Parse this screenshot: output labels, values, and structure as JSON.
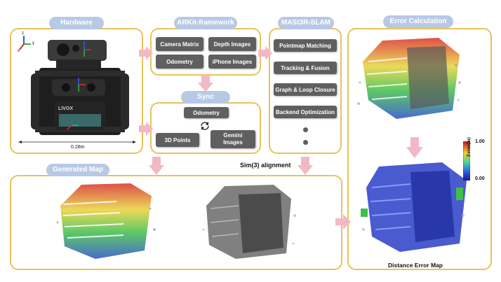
{
  "hardware": {
    "tab": "Hardware",
    "device_label": "LIVOX",
    "width_label": "0.28m",
    "axis_x": "x",
    "axis_y": "y",
    "axis_z": "z"
  },
  "arkit": {
    "tab": "ARKit-framework",
    "items": [
      "Camera Matrix",
      "Depth Images",
      "Odometry",
      "iPhone Images"
    ]
  },
  "sync": {
    "tab": "Sync",
    "items": [
      "Odometry",
      "3D Points",
      "Gemini\nImages"
    ]
  },
  "slam": {
    "tab": "MASt3R-SLAM",
    "items": [
      "Pointmap Matching",
      "Tracking & Fusion",
      "Graph & Loop Closure",
      "Backend Optimization"
    ]
  },
  "error": {
    "tab": "Error Calculation",
    "colorbar_max": "1.00",
    "colorbar_min": "0.00",
    "colorbar_label": "Error(m)",
    "caption": "Distance Error Map"
  },
  "generated_map": {
    "tab": "Generated Map"
  },
  "sim3_label": "Sim(3) alignment",
  "colors": {
    "panel_border": "#e8c25a",
    "tab_bg": "#b8c9e6",
    "button_bg": "#5f5f5f",
    "arrow": "#f2b8c6"
  }
}
